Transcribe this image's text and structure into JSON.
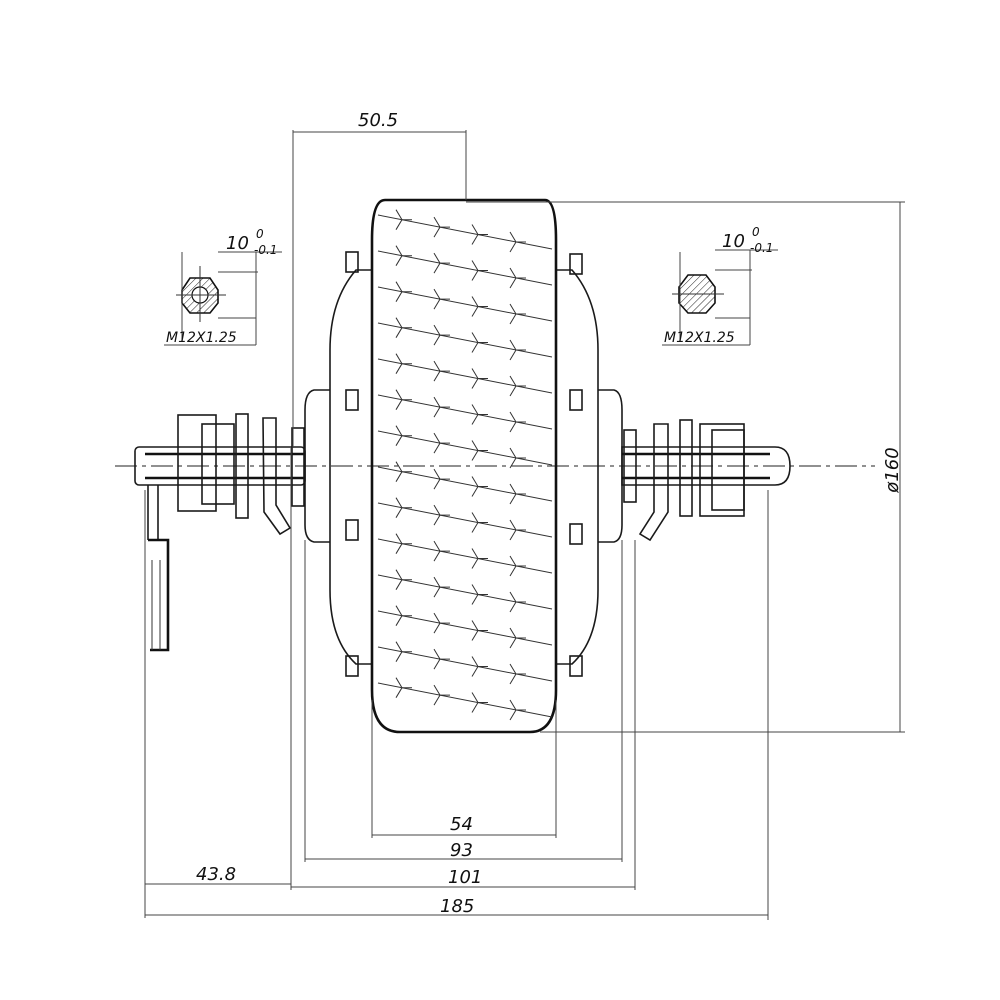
{
  "drawing": {
    "dims": {
      "top_offset": "50.5",
      "diameter": "ø160",
      "tire_width": "54",
      "hub_width": "93",
      "flange_width": "101",
      "axle_left": "43.8",
      "overall": "185"
    },
    "details": {
      "left": {
        "flat": "10",
        "tol_upper": "0",
        "tol_lower": "-0.1",
        "thread": "M12X1.25"
      },
      "right": {
        "flat": "10",
        "tol_upper": "0",
        "tol_lower": "-0.1",
        "thread": "M12X1.25"
      }
    }
  }
}
